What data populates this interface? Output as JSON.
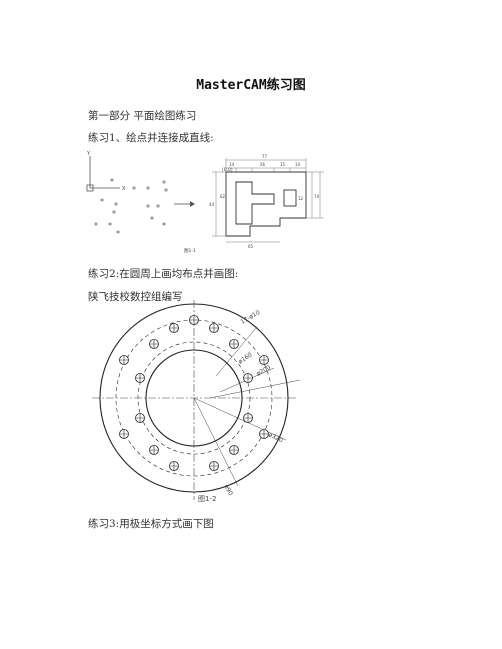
{
  "document": {
    "title": "MasterCAM练习图",
    "section_heading": "第一部分  平面绘图练习",
    "exercise1": {
      "label": "练习1、绘点并连接成直线:"
    },
    "exercise2": {
      "label": "练习2:在圆周上画均布点并画图:"
    },
    "author_note": "陕飞技校数控组编写",
    "exercise3": {
      "label": "练习3:用极坐标方式画下图"
    }
  },
  "figure1": {
    "caption": "图1-1",
    "origin_label": "(0,0)",
    "axis_y": "Y",
    "axis_x": "X",
    "dims": [
      "77",
      "14",
      "26",
      "15",
      "14",
      "44",
      "62",
      "12",
      "74",
      "65"
    ]
  },
  "figure2": {
    "caption": "图1-2",
    "dims": [
      "17-ø10",
      "ø160",
      "ø200",
      "ø320",
      "ø90"
    ]
  }
}
